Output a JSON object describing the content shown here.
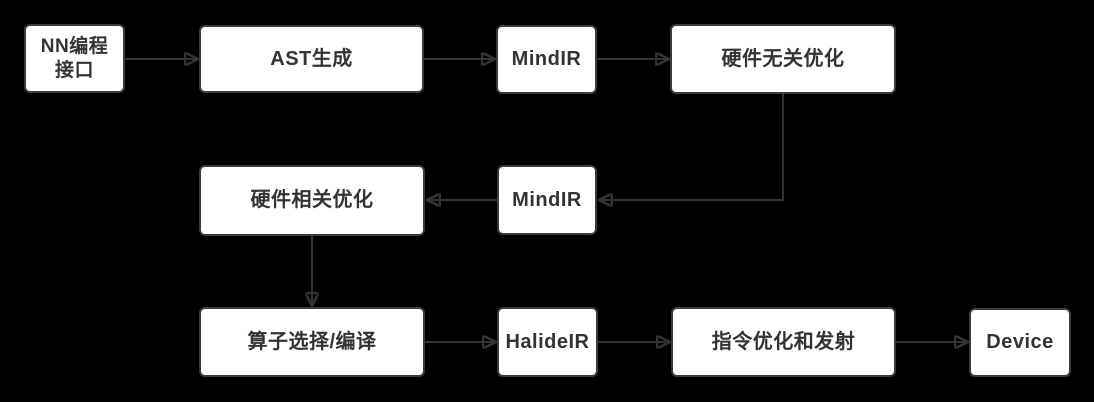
{
  "diagram": {
    "colors": {
      "background": "#000000",
      "node_fill": "#ffffff",
      "node_border": "#3b3b3b",
      "node_text": "#333333",
      "connector": "#333333"
    },
    "nodes": [
      {
        "id": "nn-programming-interface",
        "label": "NN编程\n接口"
      },
      {
        "id": "ast-generation",
        "label": "AST生成"
      },
      {
        "id": "mindir-top",
        "label": "MindIR"
      },
      {
        "id": "hardware-independent-optimization",
        "label": "硬件无关优化"
      },
      {
        "id": "hardware-dependent-optimization",
        "label": "硬件相关优化"
      },
      {
        "id": "mindir-middle",
        "label": "MindIR"
      },
      {
        "id": "operator-selection-compilation",
        "label": "算子选择/编译"
      },
      {
        "id": "halide-ir",
        "label": "HalideIR"
      },
      {
        "id": "instruction-optimization-emission",
        "label": "指令优化和发射"
      },
      {
        "id": "device",
        "label": "Device"
      }
    ],
    "edges": [
      {
        "from": "nn-programming-interface",
        "to": "ast-generation"
      },
      {
        "from": "ast-generation",
        "to": "mindir-top"
      },
      {
        "from": "mindir-top",
        "to": "hardware-independent-optimization"
      },
      {
        "from": "hardware-independent-optimization",
        "to": "mindir-middle"
      },
      {
        "from": "mindir-middle",
        "to": "hardware-dependent-optimization"
      },
      {
        "from": "hardware-dependent-optimization",
        "to": "operator-selection-compilation"
      },
      {
        "from": "operator-selection-compilation",
        "to": "halide-ir"
      },
      {
        "from": "halide-ir",
        "to": "instruction-optimization-emission"
      },
      {
        "from": "instruction-optimization-emission",
        "to": "device"
      }
    ]
  }
}
